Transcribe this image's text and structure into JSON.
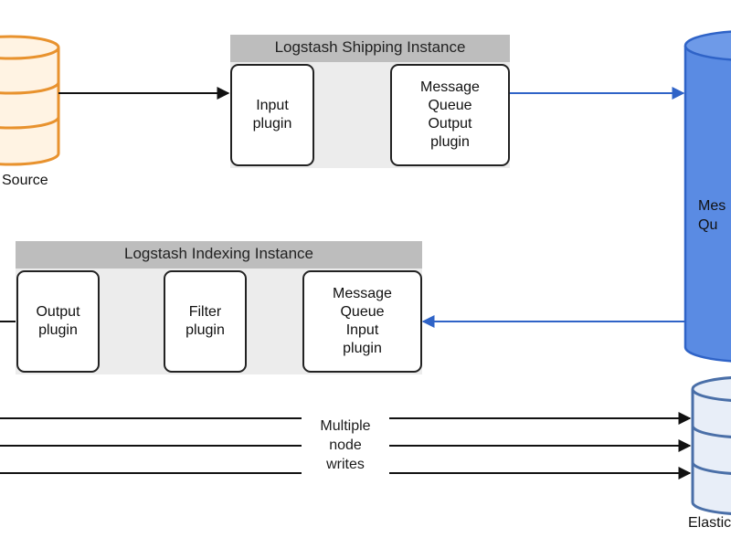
{
  "colors": {
    "source": "#e8922e",
    "source_fill": "#fff3e3",
    "queue": "#2f63c7",
    "queue_fill": "#5a8be3",
    "elastic": "#4a6fa8",
    "elastic_fill": "#e8eef8",
    "arrow": "#111111",
    "blue_arrow": "#2f63c7"
  },
  "source": {
    "label": "Source"
  },
  "shipping": {
    "title": "Logstash Shipping Instance",
    "input_plugin": "Input\nplugin",
    "mq_output_plugin": "Message\nQueue\nOutput\nplugin"
  },
  "indexing": {
    "title": "Logstash Indexing Instance",
    "output_plugin": "Output\nplugin",
    "filter_plugin": "Filter\nplugin",
    "mq_input_plugin": "Message\nQueue\nInput\nplugin"
  },
  "queue": {
    "label": "Mes\nQu"
  },
  "elastic": {
    "label": "Elastic"
  },
  "writes": {
    "label": "Multiple\nnode\nwrites"
  }
}
